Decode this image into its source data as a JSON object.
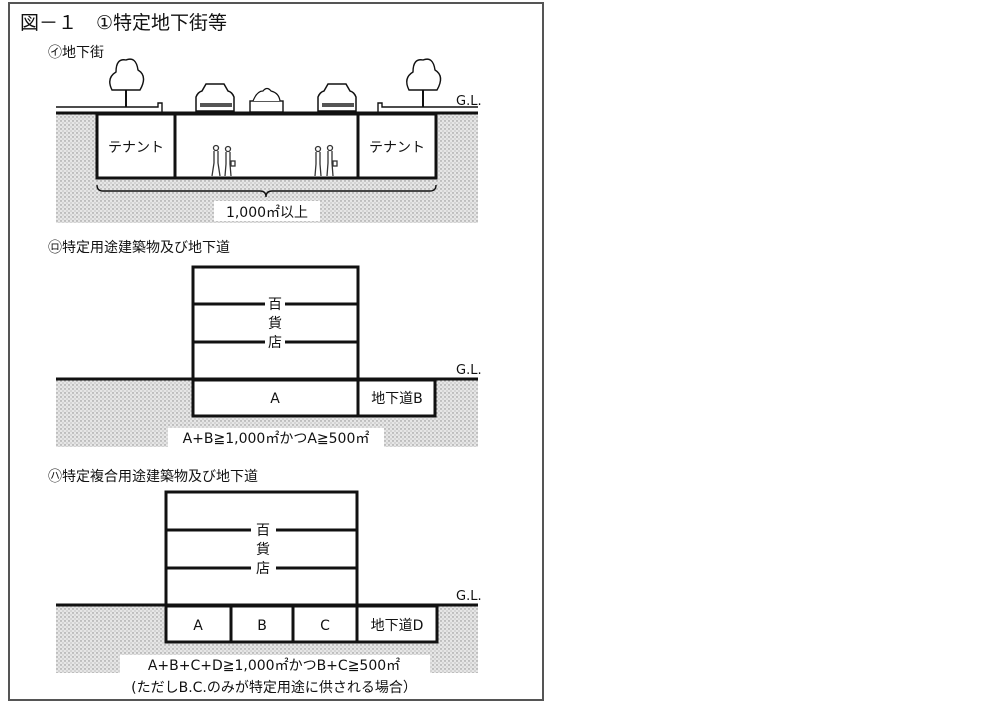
{
  "figure": {
    "title": "図－１　①特定地下街等",
    "gl_label": "G.L.",
    "section_a": {
      "label": "㋑地下街",
      "tenant_left": "テナント",
      "tenant_right": "テナント",
      "area_note": "1,000㎡以上"
    },
    "section_b": {
      "label": "㋺特定用途建築物及び地下道",
      "store": [
        "百",
        "貨",
        "店"
      ],
      "basement": "A",
      "passage": "地下道B",
      "condition": "A+B≧1,000㎡かつA≧500㎡"
    },
    "section_c": {
      "label": "㋩特定複合用途建築物及び地下道",
      "store": [
        "百",
        "貨",
        "店"
      ],
      "basements": [
        "A",
        "B",
        "C"
      ],
      "passage": "地下道D",
      "condition": "A+B+C+D≧1,000㎡かつB+C≧500㎡",
      "note": "(ただしB.C.のみが特定用途に供される場合）"
    }
  }
}
